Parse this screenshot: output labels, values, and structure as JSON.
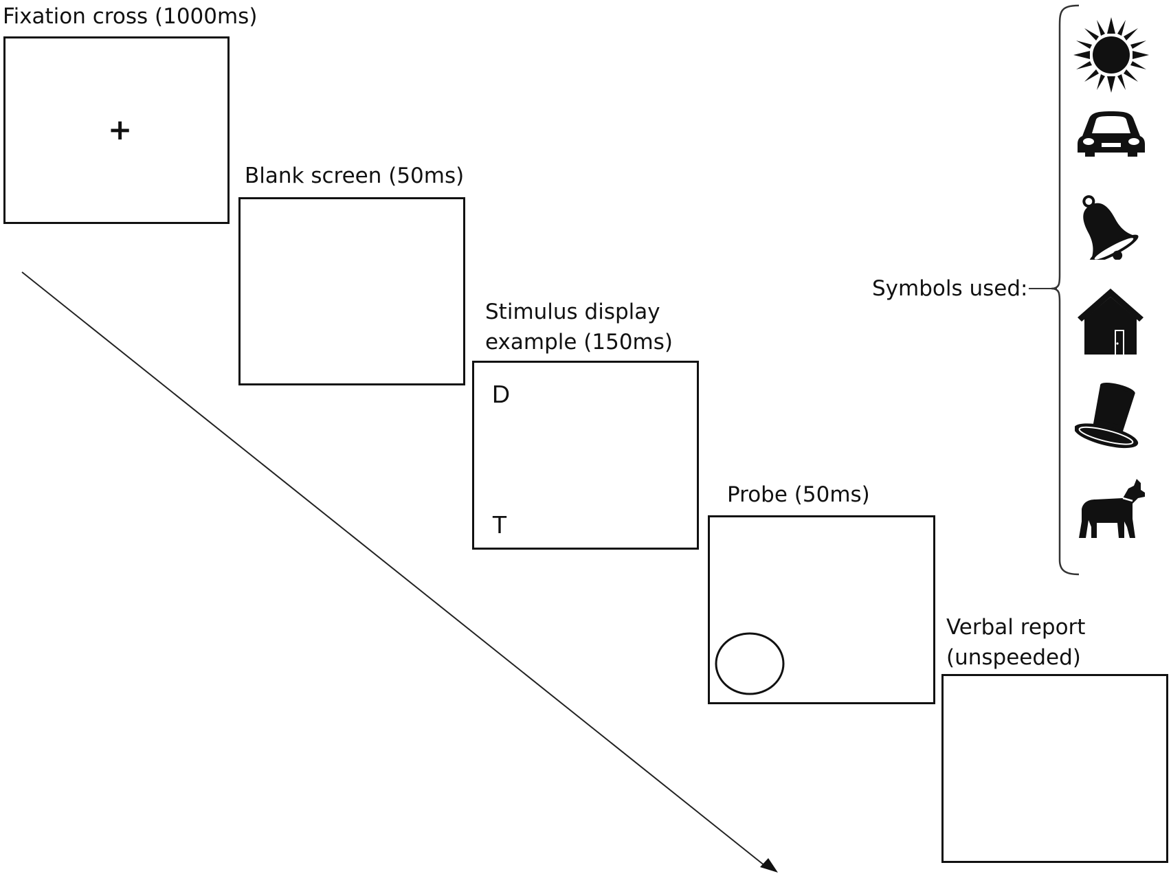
{
  "screens": [
    {
      "label": "Fixation cross (1000ms)",
      "content": "+"
    },
    {
      "label": "Blank screen (50ms)"
    },
    {
      "label_line1": "Stimulus display",
      "label_line2": "example (150ms)",
      "letter_top": "D",
      "letter_bottom": "T"
    },
    {
      "label": "Probe (50ms)"
    },
    {
      "label_line1": "Verbal report",
      "label_line2": "(unspeeded)"
    }
  ],
  "symbols": {
    "label": "Symbols used:",
    "icons": [
      "sun-icon",
      "car-icon",
      "bell-icon",
      "house-icon",
      "top-hat-icon",
      "dog-icon"
    ]
  },
  "colors": {
    "ink": "#111111",
    "background": "#ffffff"
  }
}
